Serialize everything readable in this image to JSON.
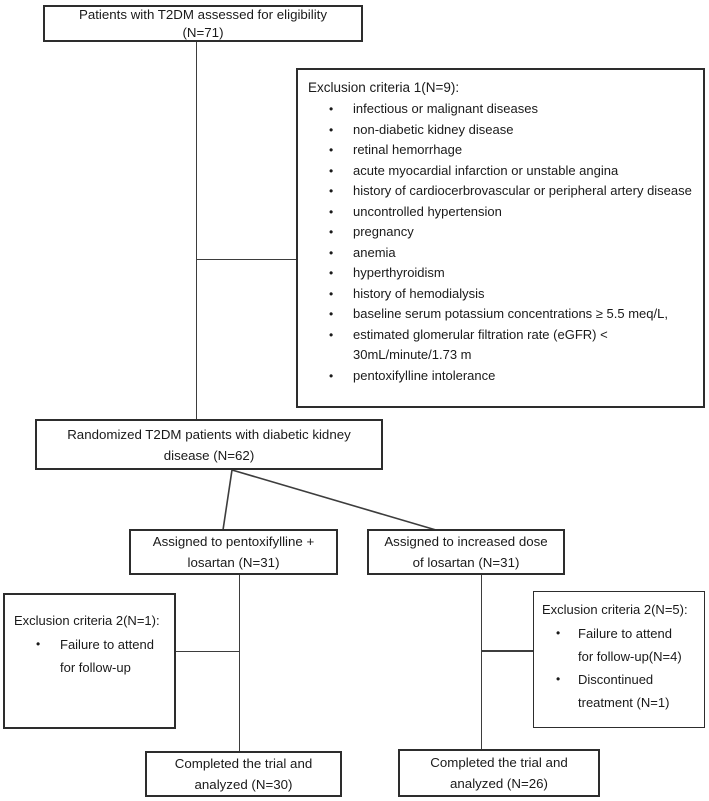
{
  "figure": {
    "bullet_char": "•",
    "colors": {
      "background": "#ffffff",
      "box_border": "#2d2d2d",
      "connector_line": "#3d3d3d",
      "text": "#1a1a1a"
    },
    "boxes": {
      "eligibility": {
        "text": "Patients with T2DM assessed for eligibility\n(N=71)"
      },
      "exclusion1": {
        "title": "Exclusion criteria 1(N=9):",
        "items": [
          "infectious or malignant diseases",
          "non-diabetic kidney disease",
          "retinal hemorrhage",
          "acute myocardial infarction or unstable angina",
          "history of cardiocerbrovascular or peripheral artery disease",
          "uncontrolled hypertension",
          "pregnancy",
          "anemia",
          "hyperthyroidism",
          "history of hemodialysis",
          "baseline serum potassium concentrations ≥ 5.5 meq/L,",
          "estimated glomerular filtration rate (eGFR) <\n30mL/minute/1.73 m",
          "pentoxifylline intolerance"
        ]
      },
      "randomized": {
        "text": "Randomized T2DM patients with diabetic kidney\ndisease (N=62)"
      },
      "assigned_pentoxifylline": {
        "text": "Assigned to pentoxifylline +\nlosartan (N=31)"
      },
      "assigned_losartan": {
        "text": "Assigned to increased dose\nof losartan (N=31)"
      },
      "exclusion2_left": {
        "title": "Exclusion criteria 2(N=1):",
        "items": [
          "Failure to attend\nfor follow-up"
        ]
      },
      "exclusion2_right": {
        "title": "Exclusion criteria 2(N=5):",
        "items": [
          "Failure to attend\nfor follow-up(N=4)",
          "Discontinued\ntreatment (N=1)"
        ]
      },
      "completed_left": {
        "text": "Completed the trial and\nanalyzed (N=30)"
      },
      "completed_right": {
        "text": "Completed the trial and\nanalyzed (N=26)"
      }
    }
  }
}
